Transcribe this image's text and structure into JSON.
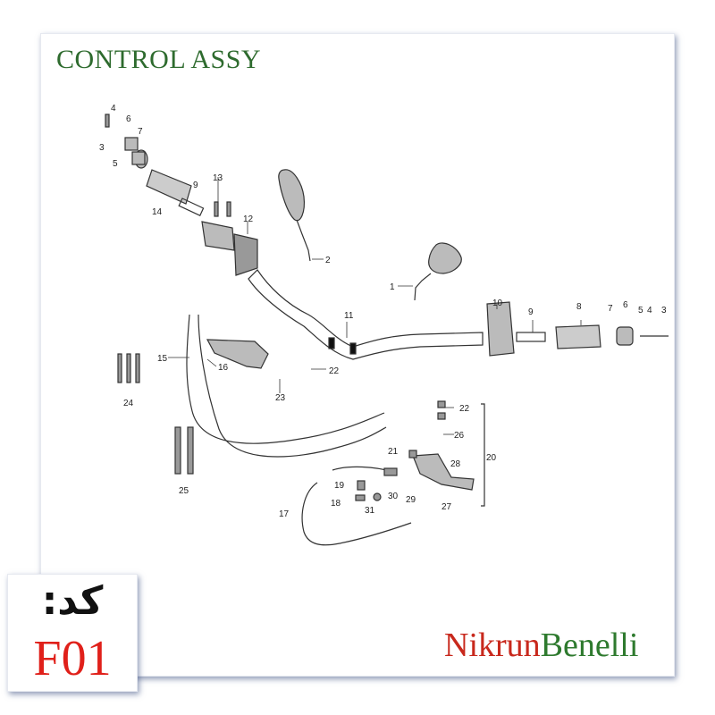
{
  "title": "CONTROL ASSY",
  "code_box": {
    "label": "کد:",
    "value": "F01"
  },
  "brand": {
    "part_a": "Nikrun",
    "part_b": "Benelli",
    "color_a": "#c8281c",
    "color_b": "#2e7a2e"
  },
  "colors": {
    "title": "#2e6b2e",
    "code": "#e0201a",
    "line": "#333333"
  },
  "part_labels": [
    "1",
    "2",
    "3",
    "4",
    "5",
    "6",
    "7",
    "8",
    "9",
    "10",
    "11",
    "12",
    "13",
    "14",
    "15",
    "16",
    "17",
    "18",
    "19",
    "20",
    "21",
    "22",
    "23",
    "24",
    "25",
    "26",
    "27",
    "28",
    "29",
    "30",
    "31"
  ]
}
